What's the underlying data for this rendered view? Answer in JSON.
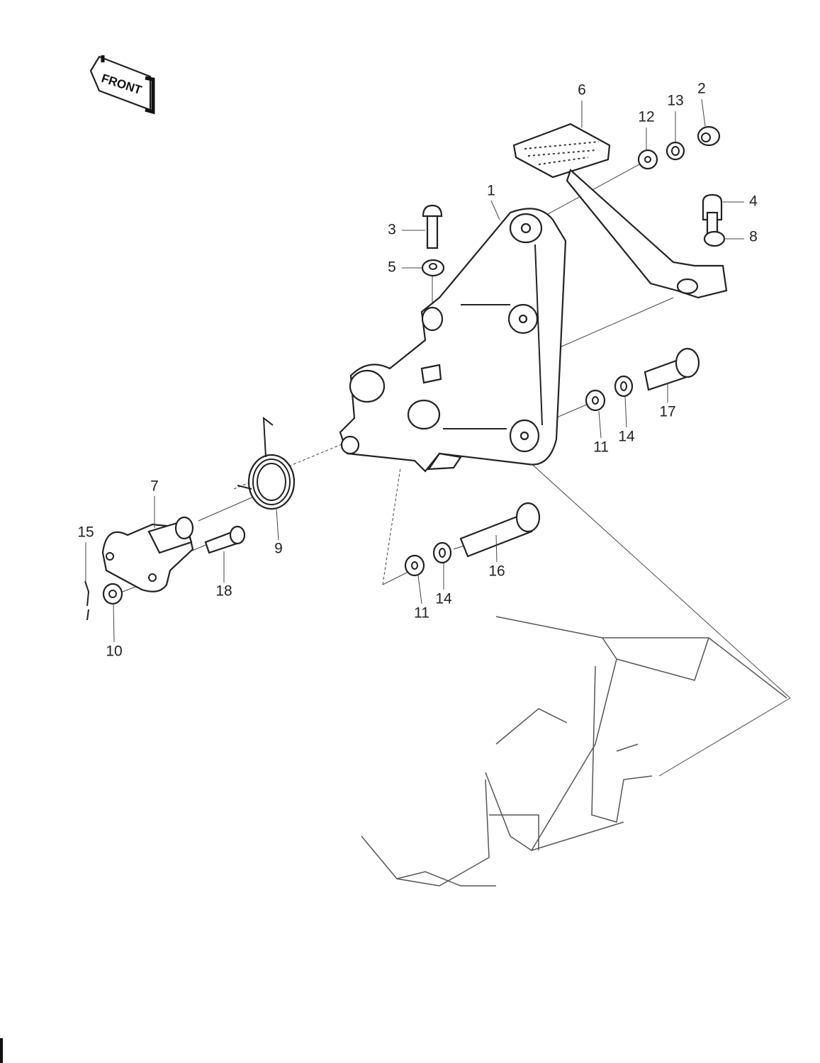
{
  "diagram": {
    "front_marker": "FRONT",
    "callouts": {
      "c6": "6",
      "c12": "12",
      "c13": "13",
      "c2": "2",
      "c1": "1",
      "c4": "4",
      "c3": "3",
      "c8": "8",
      "c5": "5",
      "c17": "17",
      "c11a": "11",
      "c14a": "14",
      "c7": "7",
      "c15": "15",
      "c9": "9",
      "c18": "18",
      "c16": "16",
      "c14b": "14",
      "c11b": "11",
      "c10": "10"
    }
  }
}
